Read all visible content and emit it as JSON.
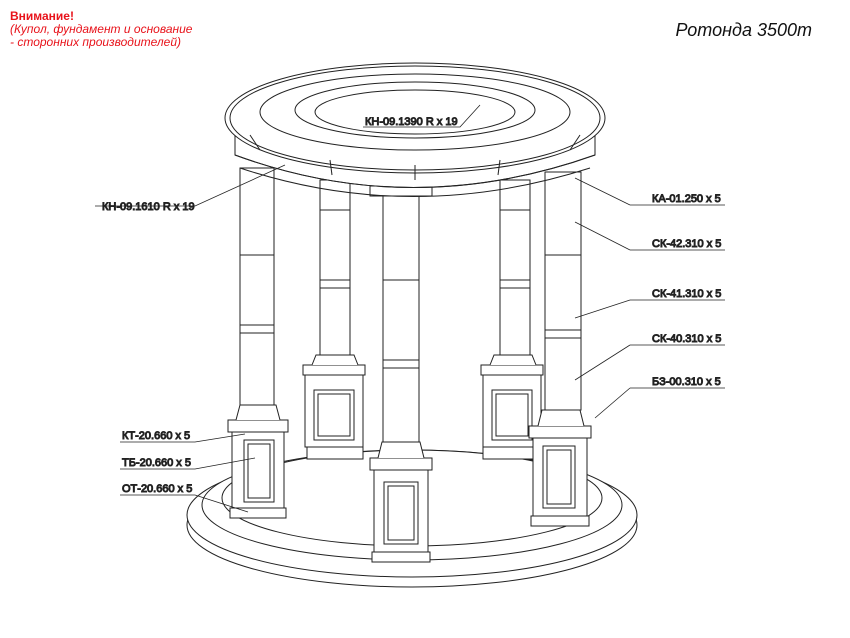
{
  "warning": {
    "heading": "Внимание!",
    "line1": "(Купол, фундамент и основание",
    "line2": "- сторонних производителей)"
  },
  "title": "Ротонда 3500т",
  "labels": {
    "kn_top": "КН-09.1390 R x 19",
    "kn_ring": "КН-09.1610 R x 19",
    "ka": "КА-01.250 x 5",
    "sk42": "СК-42.310 x 5",
    "sk41": "СК-41.310 x 5",
    "sk40": "СК-40.310 x 5",
    "bz": "БЗ-00.310 x 5",
    "kt": "КТ-20.660 x 5",
    "tb": "ТБ-20.660 x 5",
    "ot": "ОТ-20.660 x 5"
  },
  "colors": {
    "warning": "#e8131b",
    "lines": "#222222"
  }
}
